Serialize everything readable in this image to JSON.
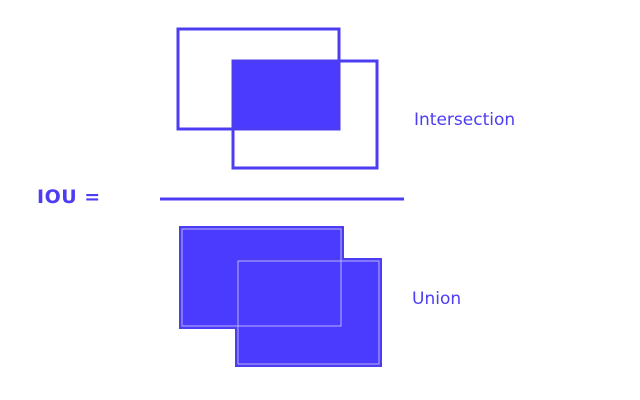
{
  "formula": {
    "lhs": "IOU  ="
  },
  "numerator": {
    "label": "Intersection"
  },
  "denominator": {
    "label": "Union"
  },
  "colors": {
    "accent": "#4d3df2",
    "fill": "#4b3bff",
    "inner_line": "#b9b2ff",
    "background": "#ffffff"
  }
}
